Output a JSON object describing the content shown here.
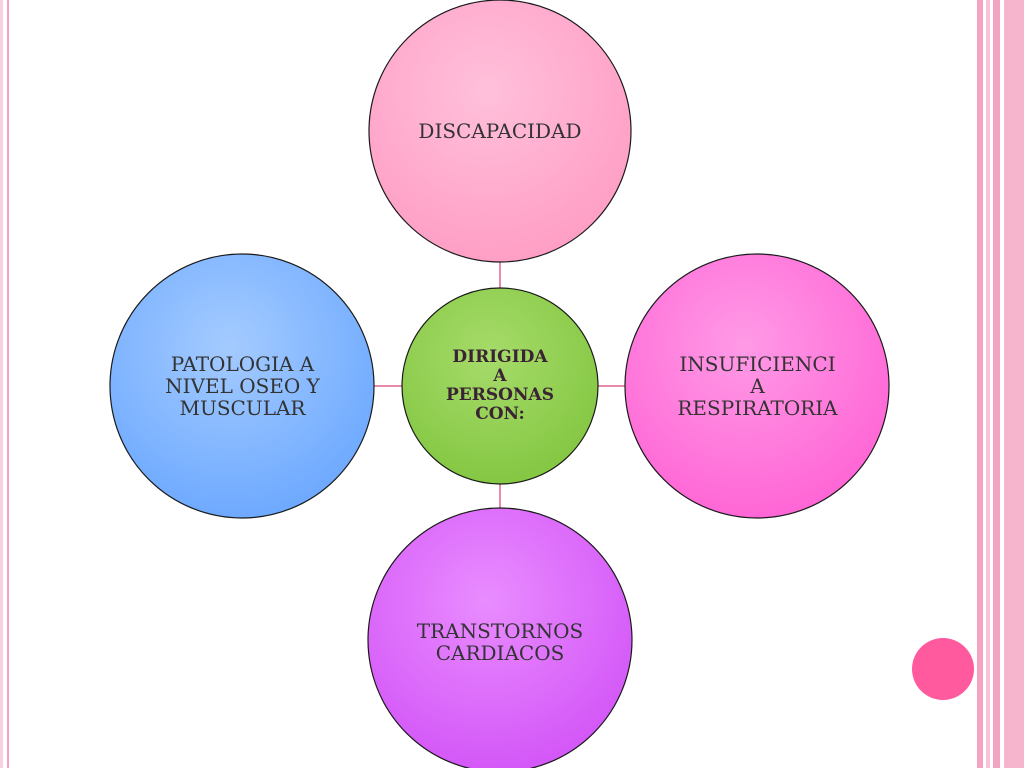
{
  "diagram": {
    "center": {
      "label": "DIRIGIDA\nA\nPERSONAS\nCON:",
      "color": "#92d050"
    },
    "nodes": [
      {
        "id": "top",
        "label": "DISCAPACIDAD",
        "color": "#ffb0d0"
      },
      {
        "id": "right",
        "label": "INSUFICIENCI\nA\nRESPIRATORIA",
        "color": "#ff80df"
      },
      {
        "id": "bottom",
        "label": "TRANSTORNOS\nCARDIACOS",
        "color": "#e070ff"
      },
      {
        "id": "left",
        "label": "PATOLOGIA A\nNIVEL OSEO Y\nMUSCULAR",
        "color": "#85b8ff"
      }
    ],
    "connector_color": "#e88aaa"
  },
  "decoration": {
    "stripe_color": "#f5a3c3",
    "stripe_dark_color": "#e889ad",
    "accent_dot_color": "#ff5a9d"
  }
}
